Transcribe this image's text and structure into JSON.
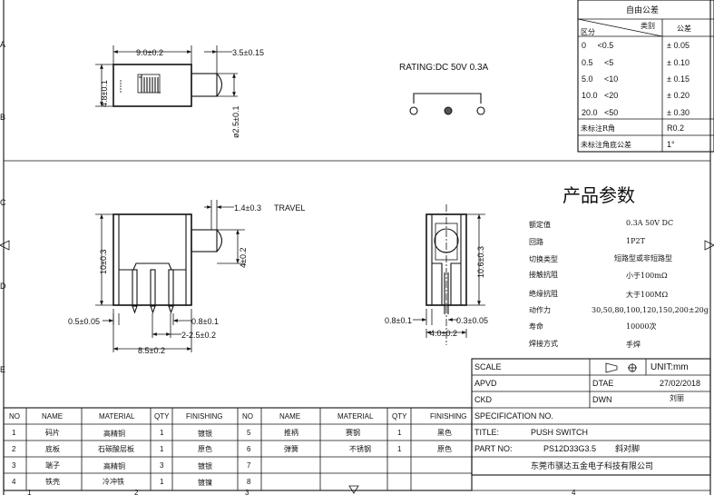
{
  "rating": "RATING:DC  50V  0.3A",
  "dims": {
    "top_width": "9.0±0.2",
    "top_tip": "3.5±0.15",
    "top_height": "4.8±0.1",
    "top_dia": "ø2.5±0.1",
    "travel": "1.4±0.3",
    "travel_label": "TRAVEL",
    "front_height": "10±0.3",
    "front_mid": "4±0.2",
    "front_pin_w": "0.5±0.05",
    "front_pin_t": "0.8±0.1",
    "front_pitch": "2-2.5±0.2",
    "front_width": "8.5±0.2",
    "side_height": "10.6±0.3",
    "side_pin_t": "0.8±0.1",
    "side_pin_w": "0.3±0.05",
    "side_width": "4.0±0.2"
  },
  "tolerance": {
    "title": "自由公差",
    "col_type": "类别",
    "col_range": "区分",
    "col_tol": "公差",
    "rows": [
      {
        "range": "0     <0.5",
        "tol": "± 0.05"
      },
      {
        "range": "0.5     <5",
        "tol": "± 0.10"
      },
      {
        "range": "5.0     <10",
        "tol": "± 0.15"
      },
      {
        "range": "10.0   <20",
        "tol": "± 0.20"
      },
      {
        "range": "20.0   <50",
        "tol": "± 0.30"
      },
      {
        "range": "未标注R角",
        "tol": "R0.2"
      },
      {
        "range": "未标注角底公差",
        "tol": "1°"
      }
    ]
  },
  "params": {
    "title": "产品参数",
    "rows": [
      {
        "label": "额定值",
        "value": "0.3A 50V DC"
      },
      {
        "label": "回路",
        "value": "1P2T"
      },
      {
        "label": "切换类型",
        "value": "短路型或非短路型"
      },
      {
        "label": "接触抗阻",
        "value": "小于100mΩ"
      },
      {
        "label": "绝缘抗阻",
        "value": "大于100MΩ"
      },
      {
        "label": "动作力",
        "value": "30,50,80,100,120,150,200±20g"
      },
      {
        "label": "寿命",
        "value": "10000次"
      },
      {
        "label": "焊接方式",
        "value": "手焊"
      }
    ]
  },
  "bom": {
    "headers": [
      "NO",
      "NAME",
      "MATERIAL",
      "QTY",
      "FINISHING",
      "NO",
      "NAME",
      "MATERIAL",
      "QTY",
      "FINISHING"
    ],
    "rows": [
      {
        "no": "1",
        "name": "码片",
        "material": "高精铜",
        "qty": "1",
        "finish": "镀银",
        "no2": "5",
        "name2": "推柄",
        "material2": "赛钢",
        "qty2": "1",
        "finish2": "黑色"
      },
      {
        "no": "2",
        "name": "底板",
        "material": "石碳酸层板",
        "qty": "1",
        "finish": "原色",
        "no2": "6",
        "name2": "弹簧",
        "material2": "不锈钢",
        "qty2": "1",
        "finish2": "原色"
      },
      {
        "no": "3",
        "name": "端子",
        "material": "高精铜",
        "qty": "3",
        "finish": "镀银",
        "no2": "7",
        "name2": "",
        "material2": "",
        "qty2": "",
        "finish2": ""
      },
      {
        "no": "4",
        "name": "铁壳",
        "material": "冷冲铁",
        "qty": "1",
        "finish": "镀镍",
        "no2": "8",
        "name2": "",
        "material2": "",
        "qty2": "",
        "finish2": ""
      }
    ]
  },
  "title_block": {
    "scale": "SCALE",
    "unit": "UNIT:mm",
    "apvd": "APVD",
    "date_label": "DTAE",
    "date": "27/02/2018",
    "ckd": "CKD",
    "dwn": "DWN",
    "drawer": "刘丽",
    "spec": "SPECIFICATION NO.",
    "title_label": "TITLE:",
    "title": "PUSH SWITCH",
    "part_label": "PART NO:",
    "part": "PS12D33G3.5",
    "part_note": "斜对脚",
    "company": "东莞市骐达五金电子科技有限公司"
  },
  "border": {
    "left": [
      "A",
      "B",
      "C",
      "D",
      "E"
    ],
    "bottom": [
      "1",
      "2",
      "3",
      "4"
    ]
  }
}
